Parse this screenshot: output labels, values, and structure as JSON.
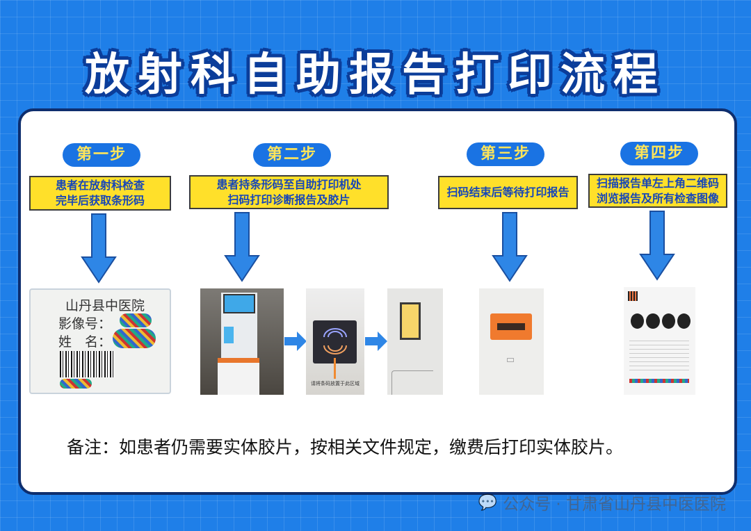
{
  "title": "放射科自助报告打印流程",
  "steps": [
    {
      "label": "第一步",
      "text": [
        "患者在放射科检查",
        "完毕后获取条形码"
      ]
    },
    {
      "label": "第二步",
      "text": [
        "患者持条形码至自助打印机处",
        "扫码打印诊断报告及胶片"
      ]
    },
    {
      "label": "第三步",
      "text": [
        "扫码结束后等待打印报告"
      ]
    },
    {
      "label": "第四步",
      "text": [
        "扫描报告单左上角二维码",
        "浏览报告及所有检查图像"
      ]
    }
  ],
  "barcode_card": {
    "hospital": "山丹县中医院",
    "image_no_label": "影像号：",
    "name_label": "姓　名："
  },
  "scanner_caption": "请将条码放置于此区域",
  "note": "备注：如患者仍需要实体胶片，按相关文件规定，缴费后打印实体胶片。",
  "watermark": "公众号 · 甘肃省山丹县中医医院",
  "colors": {
    "background": "#1f7fe8",
    "pill": "#1a73e3",
    "pill_text": "#ffe55a",
    "box": "#ffe02a",
    "box_text": "#1646b8"
  }
}
